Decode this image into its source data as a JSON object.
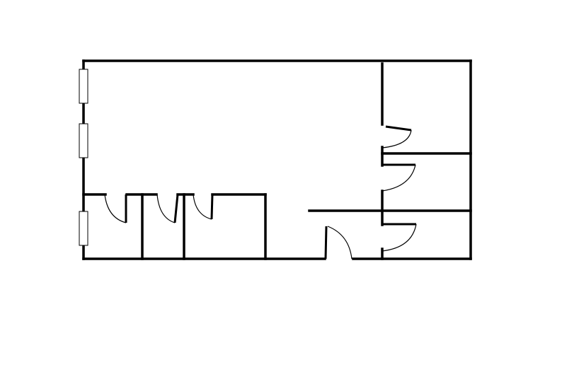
{
  "diagram": {
    "type": "floor-plan",
    "colors": {
      "line": "#000000",
      "background": "#ffffff"
    },
    "rooms": [
      "main-room",
      "bottom-left-room-1",
      "bottom-left-room-2",
      "bottom-left-room-3",
      "right-room-top",
      "right-room-middle",
      "right-room-bottom",
      "entrance-hall"
    ],
    "window_count": 3,
    "door_count": 7
  }
}
